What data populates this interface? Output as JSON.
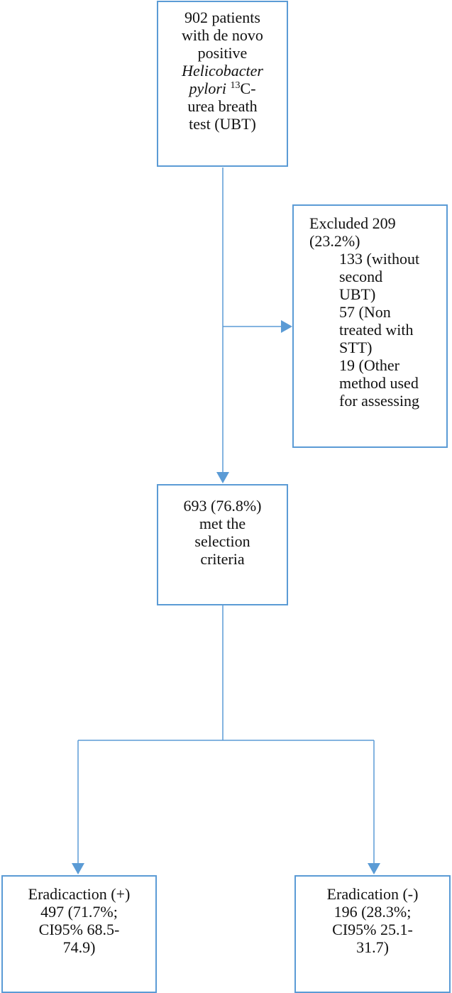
{
  "boxes": {
    "start": {
      "line1": "902 patients",
      "line2": "with de novo",
      "line3": "positive",
      "line4_italic": "Helicobacter",
      "line5_italic": "pylori",
      "line5_sup": "13",
      "line5_rest": "C-",
      "line6": "urea breath",
      "line7": "test (UBT)"
    },
    "excluded": {
      "line1": "Excluded 209",
      "line2": "(23.2%)",
      "items": [
        [
          "133 (without",
          "second",
          "UBT)"
        ],
        [
          "57 (Non",
          "treated with",
          "STT)"
        ],
        [
          "19 (Other",
          "method used",
          "for assessing"
        ]
      ]
    },
    "selected": {
      "line1": "693 (76.8%)",
      "line2": "met the",
      "line3": "selection",
      "line4": "criteria"
    },
    "eradication_positive": {
      "line1": "Eradicaction (+)",
      "line2": "497 (71.7%;",
      "line3": "CI95% 68.5-",
      "line4": "74.9)"
    },
    "eradication_negative": {
      "line1": "Eradication (-)",
      "line2": "196 (28.3%;",
      "line3": "CI95% 25.1-",
      "line4": "31.7)"
    }
  },
  "colors": {
    "box_border": "#5b9bd5",
    "connector": "#5b9bd5",
    "text": "#111111"
  }
}
